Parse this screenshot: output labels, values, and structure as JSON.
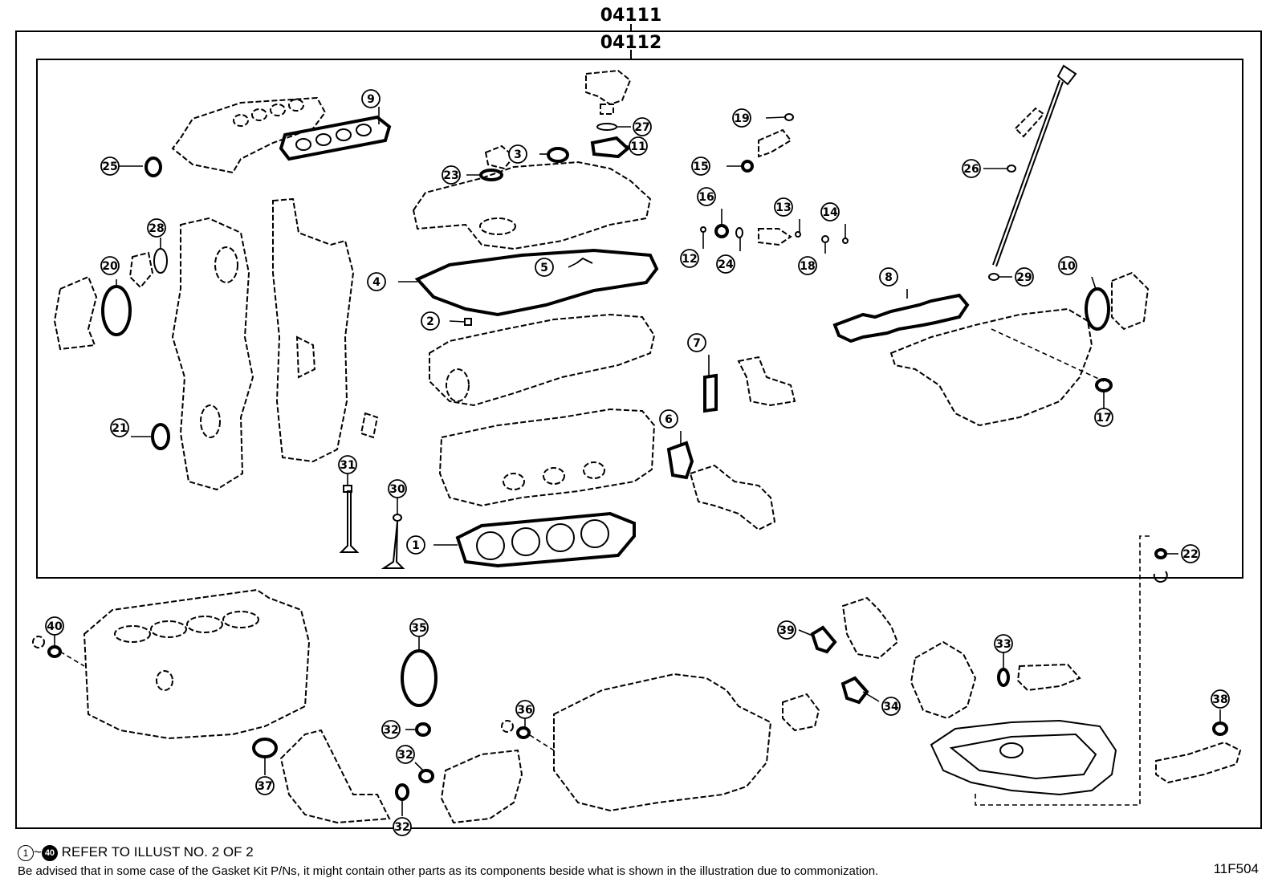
{
  "header": {
    "outer_kit": "04111",
    "inner_kit": "04112"
  },
  "callouts": [
    "1",
    "2",
    "3",
    "4",
    "5",
    "6",
    "7",
    "8",
    "9",
    "10",
    "11",
    "12",
    "13",
    "14",
    "15",
    "16",
    "17",
    "18",
    "19",
    "20",
    "21",
    "22",
    "23",
    "24",
    "25",
    "26",
    "27",
    "28",
    "29",
    "30",
    "31",
    "32",
    "32",
    "32",
    "33",
    "34",
    "35",
    "36",
    "37",
    "38",
    "39",
    "40"
  ],
  "footnote": {
    "range_start": "1",
    "range_tilde": "~",
    "range_end": "40",
    "refer_text": "REFER TO ILLUST NO. 2 OF 2",
    "disclaimer": "Be advised that in some case of the Gasket Kit P/Ns,  it might contain other parts as its components beside what is shown in the illustration due to commonization."
  },
  "figure_id": "11F504"
}
